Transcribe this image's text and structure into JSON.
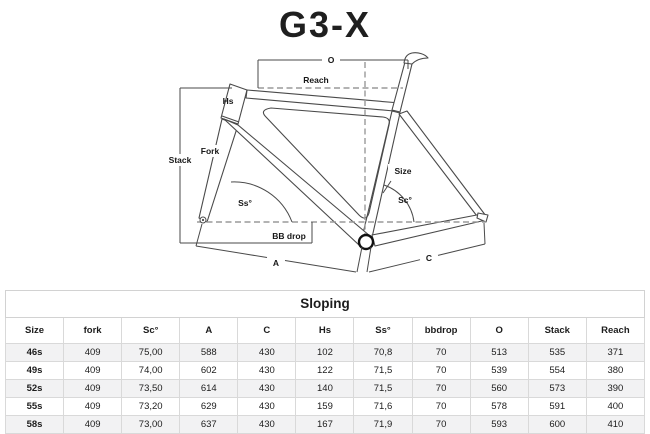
{
  "page": {
    "title": "G3-X"
  },
  "diagram": {
    "labels": {
      "o": "O",
      "reach": "Reach",
      "hs": "Hs",
      "stack": "Stack",
      "fork": "Fork",
      "ss_angle": "Ss°",
      "bb_drop": "BB drop",
      "a": "A",
      "c": "C",
      "size": "Size",
      "sc_angle": "Sc°"
    }
  },
  "table": {
    "title": "Sloping",
    "columns": [
      "Size",
      "fork",
      "Sc°",
      "A",
      "C",
      "Hs",
      "Ss°",
      "bbdrop",
      "O",
      "Stack",
      "Reach"
    ],
    "rows": [
      [
        "46s",
        "409",
        "75,00",
        "588",
        "430",
        "102",
        "70,8",
        "70",
        "513",
        "535",
        "371"
      ],
      [
        "49s",
        "409",
        "74,00",
        "602",
        "430",
        "122",
        "71,5",
        "70",
        "539",
        "554",
        "380"
      ],
      [
        "52s",
        "409",
        "73,50",
        "614",
        "430",
        "140",
        "71,5",
        "70",
        "560",
        "573",
        "390"
      ],
      [
        "55s",
        "409",
        "73,20",
        "629",
        "430",
        "159",
        "71,6",
        "70",
        "578",
        "591",
        "400"
      ],
      [
        "58s",
        "409",
        "73,00",
        "637",
        "430",
        "167",
        "71,9",
        "70",
        "593",
        "600",
        "410"
      ]
    ]
  },
  "colors": {
    "line": "#4a4a4a",
    "dashed_line": "#9a9a9a",
    "stripe_row": "#f2f2f3",
    "table_border": "#d9d9d9",
    "text": "#1c1c1c"
  }
}
